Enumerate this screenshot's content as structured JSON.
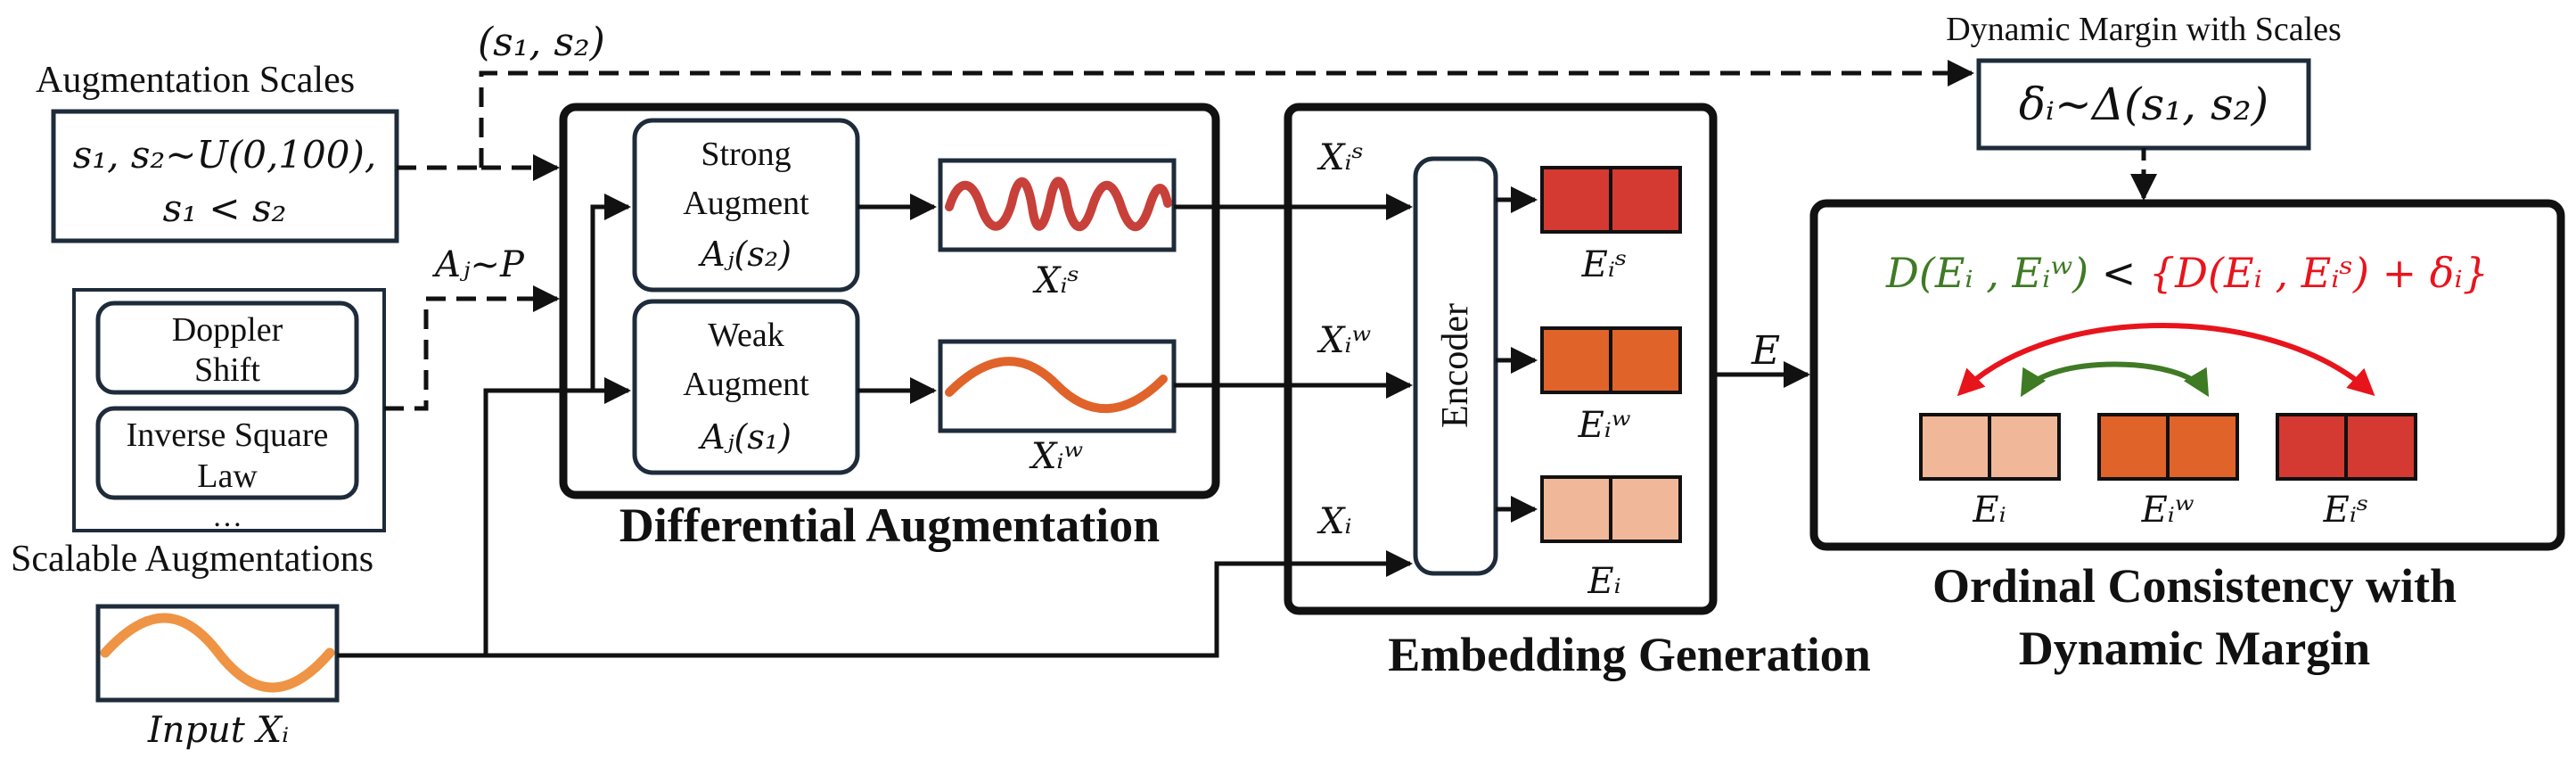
{
  "augmentation_scales": {
    "title": "Augmentation Scales",
    "line1": "s₁, s₂~U(0,100),",
    "line2": "s₁ < s₂",
    "pair_label": "(s₁, s₂)"
  },
  "scalable_augmentations": {
    "title": "Scalable Augmentations",
    "doppler_line1": "Doppler",
    "doppler_line2": "Shift",
    "inverse_line1": "Inverse Square",
    "inverse_line2": "Law",
    "ellipsis": "…",
    "sample_label": "Aⱼ~P"
  },
  "input": {
    "label": "Input Xᵢ"
  },
  "differential_augmentation": {
    "title": "Differential Augmentation",
    "strong_line1": "Strong",
    "strong_line2": "Augment",
    "strong_line3": "Aⱼ(s₂)",
    "weak_line1": "Weak",
    "weak_line2": "Augment",
    "weak_line3": "Aⱼ(s₁)",
    "strong_output": "Xᵢˢ",
    "weak_output": "Xᵢʷ"
  },
  "embedding_generation": {
    "title": "Embedding Generation",
    "encoder_label": "Encoder",
    "input_strong": "Xᵢˢ",
    "input_weak": "Xᵢʷ",
    "input_raw": "Xᵢ",
    "emb_strong": "Eᵢˢ",
    "emb_weak": "Eᵢʷ",
    "emb_raw": "Eᵢ",
    "output_label": "E"
  },
  "dynamic_margin": {
    "title": "Dynamic Margin with Scales",
    "formula": "δᵢ~Δ(s₁, s₂)"
  },
  "ordinal_consistency": {
    "title_line1": "Ordinal Consistency with",
    "title_line2": "Dynamic Margin",
    "formula_left": "D(Eᵢ , Eᵢʷ)",
    "formula_op": " < ",
    "formula_right": "{D(Eᵢ , Eᵢˢ) + δᵢ}",
    "emb_raw": "Eᵢ",
    "emb_weak": "Eᵢʷ",
    "emb_strong": "Eᵢˢ"
  },
  "colors": {
    "strong": "#d43a32",
    "weak": "#e0632a",
    "raw": "#f0b898",
    "input_wave": "#ee9444",
    "green": "#3f7a24",
    "red": "#e8141c",
    "box_border": "#1e2b3a"
  }
}
